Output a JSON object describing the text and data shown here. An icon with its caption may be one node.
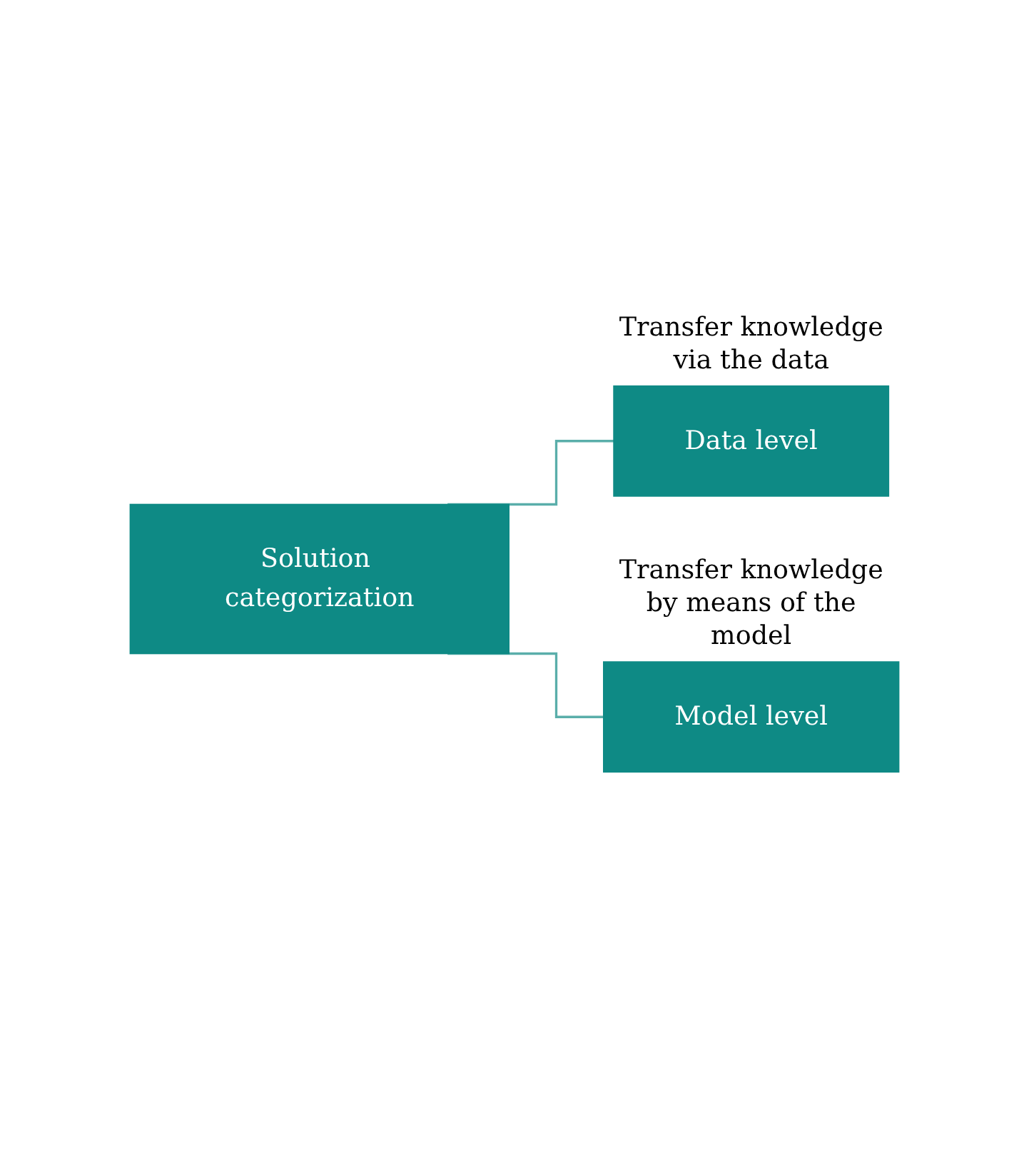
{
  "diagram": {
    "nodes": [
      {
        "text": [
          "Solution categorization"
        ]
      },
      {
        "text": [
          "Data level"
        ],
        "beside": [
          "Transfer knowledge via the data"
        ]
      },
      {
        "text": [
          "Model level"
        ],
        "beside": [
          "Transfer knowledge by means of the model"
        ]
      }
    ],
    "edges": [
      {
        "from": 0,
        "to": 1,
        "arrow": "none",
        "color": "#5aaeaa"
      },
      {
        "from": 0,
        "to": 2,
        "arrow": "none",
        "color": "#5aaeaa"
      }
    ]
  }
}
